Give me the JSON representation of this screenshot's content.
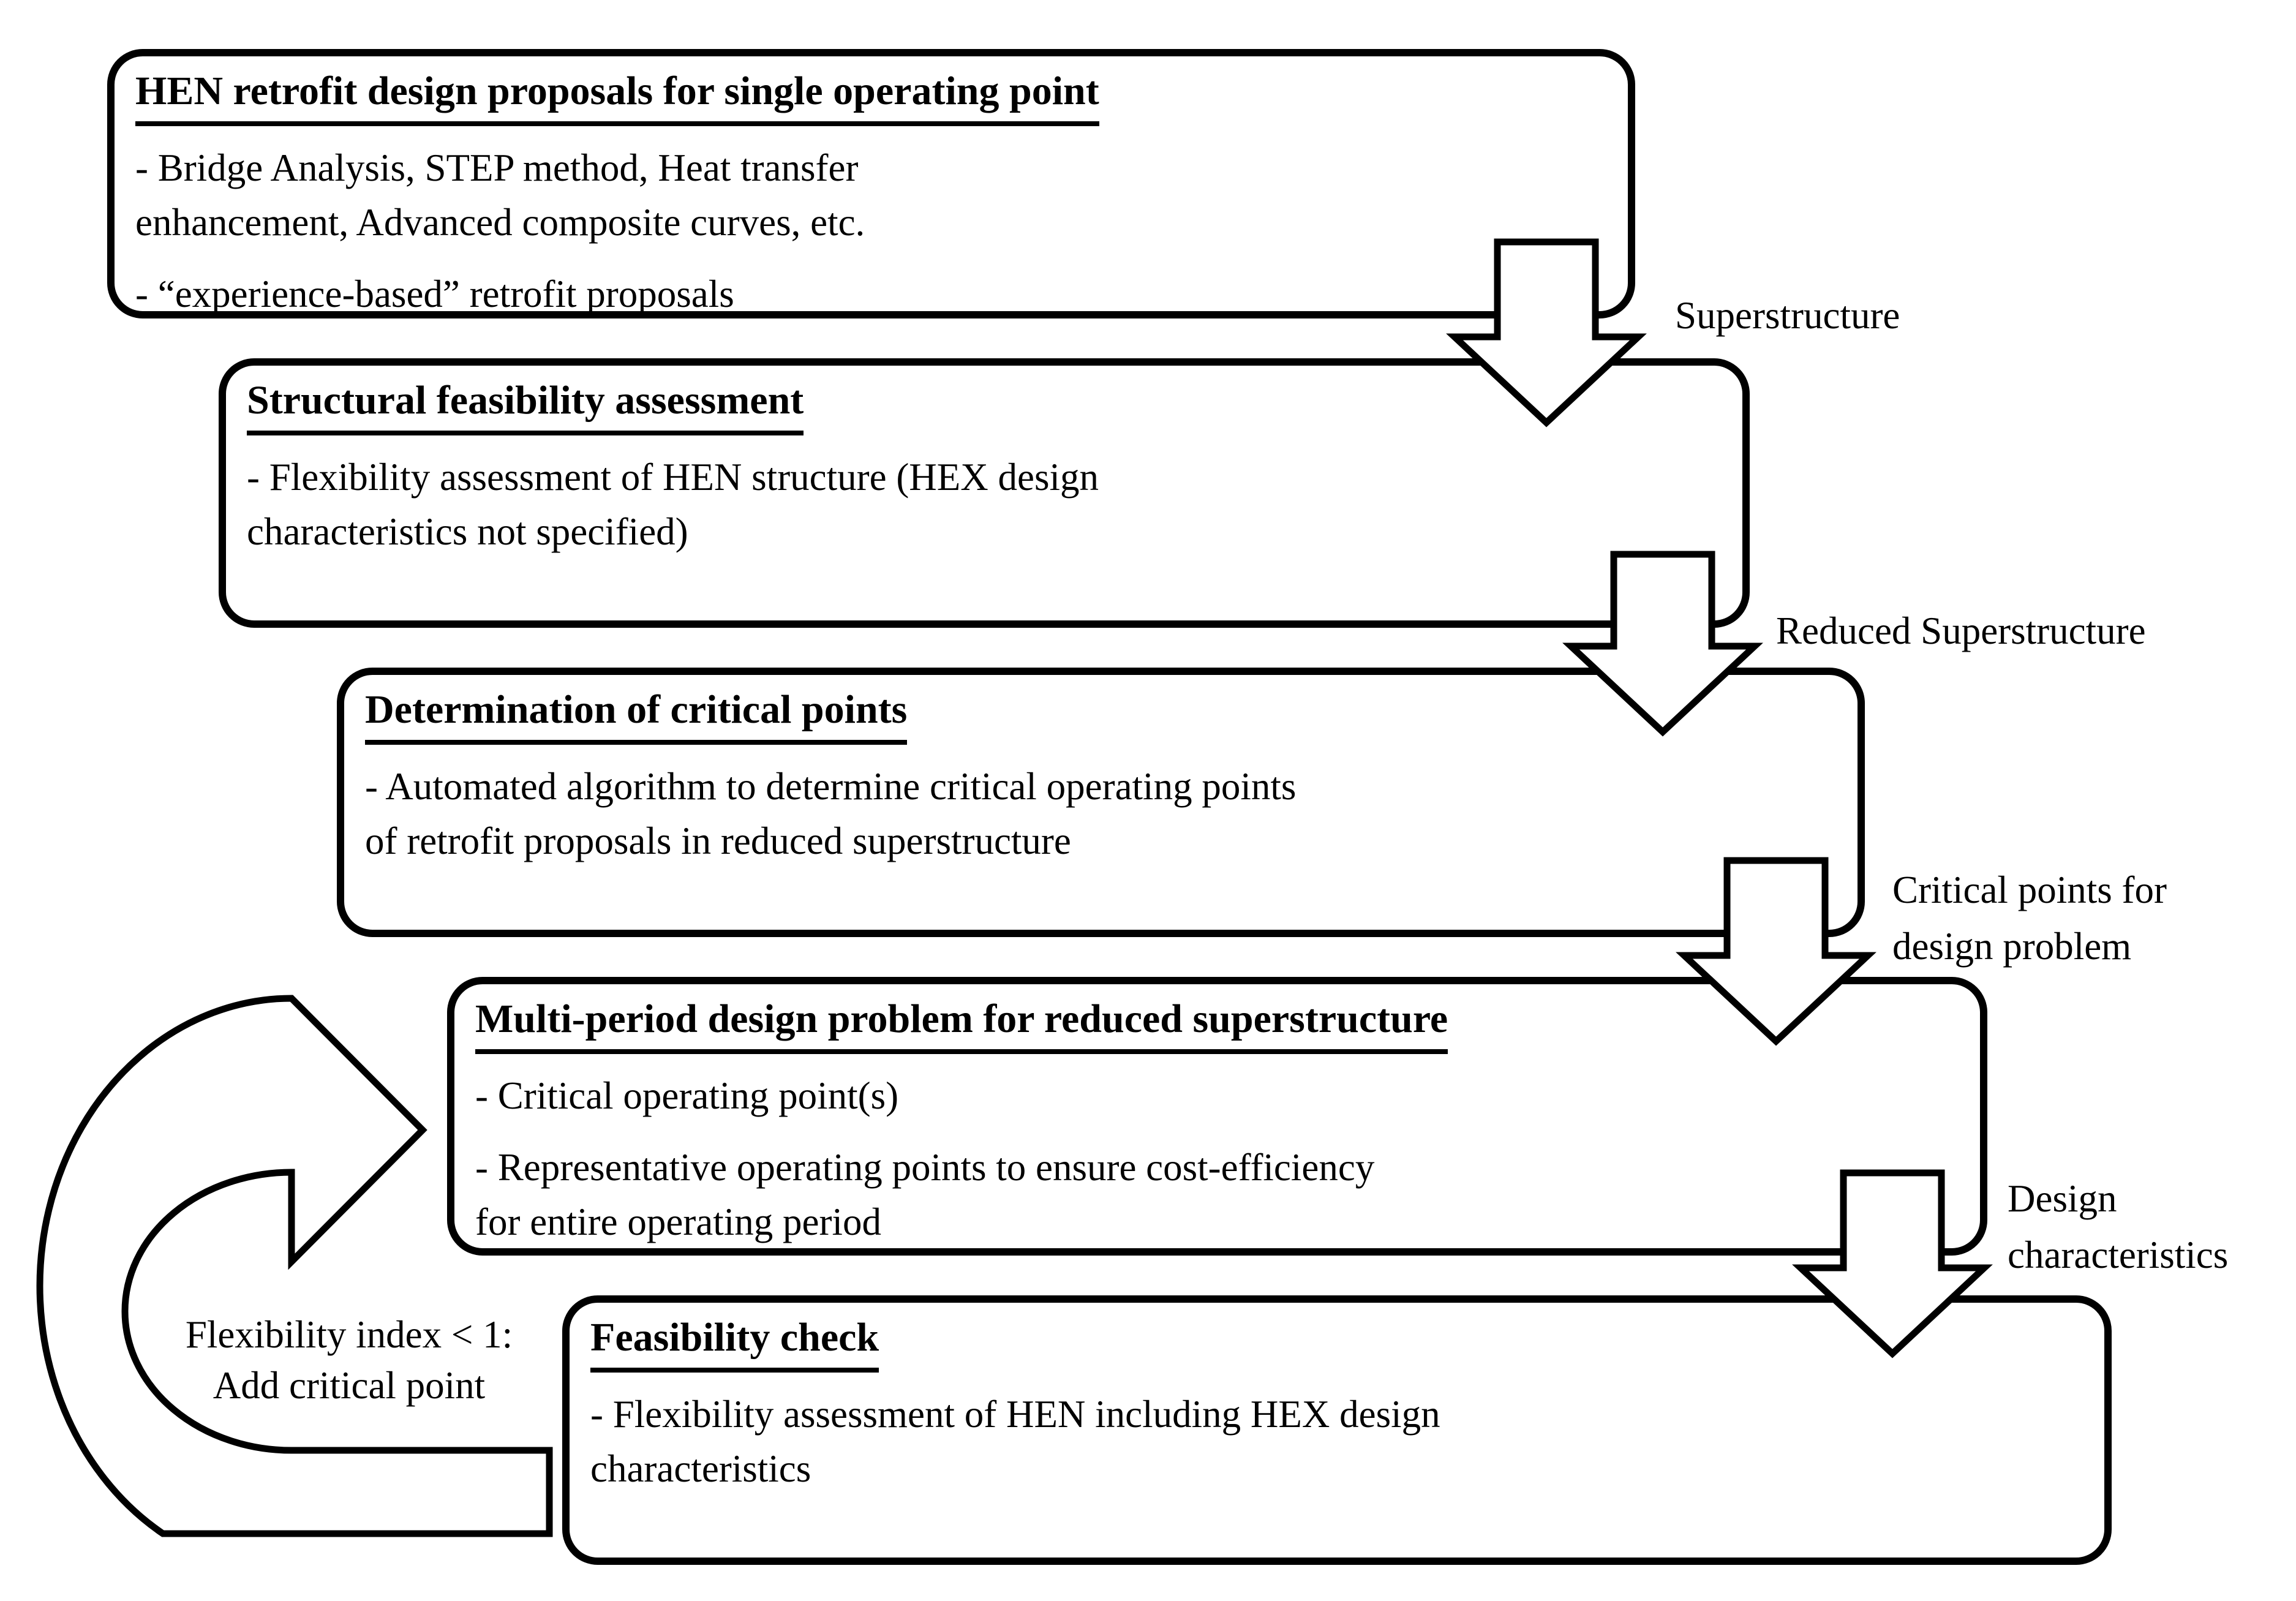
{
  "colors": {
    "ink": "#000000",
    "paper": "#ffffff"
  },
  "boxes": [
    {
      "title": "HEN retrofit design proposals for single operating point",
      "bullets": [
        {
          "lines": [
            "- Bridge Analysis, STEP method, Heat transfer",
            "enhancement, Advanced composite curves, etc."
          ]
        },
        {
          "lines": [
            "- “experience-based” retrofit proposals"
          ]
        }
      ]
    },
    {
      "title": "Structural feasibility assessment",
      "bullets": [
        {
          "lines": [
            "- Flexibility assessment of HEN structure (HEX design",
            "characteristics not specified)"
          ]
        }
      ]
    },
    {
      "title": "Determination of critical points",
      "bullets": [
        {
          "lines": [
            "- Automated algorithm to determine critical operating points",
            "of retrofit proposals in reduced superstructure"
          ]
        }
      ]
    },
    {
      "title": "Multi-period design problem for reduced superstructure",
      "bullets": [
        {
          "lines": [
            "- Critical operating point(s)"
          ]
        },
        {
          "lines": [
            "- Representative operating points to ensure cost-efficiency",
            "for entire operating period"
          ]
        }
      ]
    },
    {
      "title": "Feasibility check",
      "bullets": [
        {
          "lines": [
            "- Flexibility assessment of HEN including HEX design",
            "characteristics"
          ]
        }
      ]
    }
  ],
  "arrow_labels": [
    {
      "lines": [
        "Superstructure"
      ]
    },
    {
      "lines": [
        "Reduced Superstructure"
      ]
    },
    {
      "lines": [
        "Critical points for",
        "design problem"
      ]
    },
    {
      "lines": [
        "Design",
        "characteristics"
      ]
    }
  ],
  "loop_label": {
    "lines": [
      "Flexibility index < 1:",
      "Add critical point"
    ]
  }
}
